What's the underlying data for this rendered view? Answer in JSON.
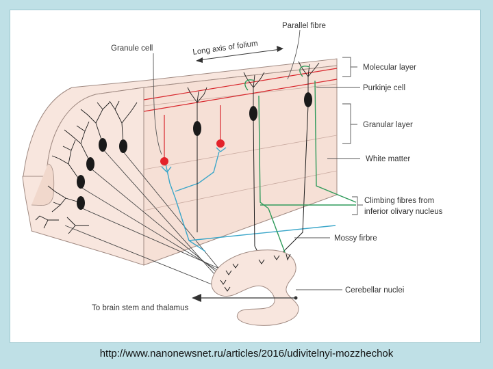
{
  "diagram": {
    "labels": {
      "parallel_fibre": "Parallel fibre",
      "granule_cell": "Granule cell",
      "long_axis": "Long axis of folium",
      "molecular_layer": "Molecular layer",
      "purkinje_cell": "Purkinje cell",
      "granular_layer": "Granular layer",
      "white_matter": "White matter",
      "climbing_fibres_1": "Climbing fibres from",
      "climbing_fibres_2": "inferior olivary nucleus",
      "mossy_fibre": "Mossy firbre",
      "cerebellar_nuclei": "Cerebellar nuclei",
      "to_brain_stem": "To brain stem and thalamus"
    },
    "colors": {
      "parallel_fibre": "#d8262c",
      "granule_cell": "#e3232a",
      "mossy_fibre": "#3aa6c9",
      "climbing_fibre": "#2e9a5a",
      "neuron": "#1a1a1a",
      "tissue": "#f8e6de",
      "tissue_outline": "#a08a82"
    }
  },
  "source_url": "http://www.nanonewsnet.ru/articles/2016/udivitelnyi-mozzhechok"
}
